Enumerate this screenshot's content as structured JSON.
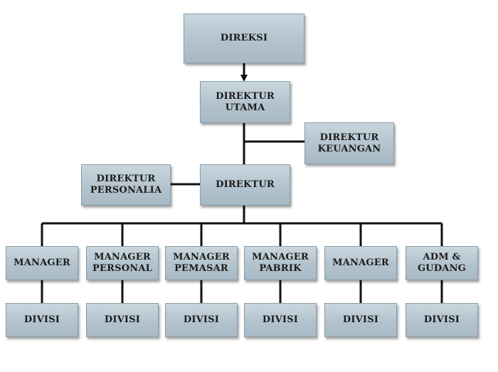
{
  "top": {
    "direksi": "DIREKSI",
    "direktur_utama": "DIREKTUR\nUTAMA",
    "direktur_keuangan": "DIREKTUR\nKEUANGAN",
    "direktur_personalia": "DIREKTUR\nPERSONALIA",
    "direktur": "DIREKTUR"
  },
  "managers": [
    "MANAGER",
    "MANAGER\nPERSONAL",
    "MANAGER\nPEMASAR",
    "MANAGER\nPABRIK",
    "MANAGER",
    "ADM &\nGUDANG"
  ],
  "divisions": [
    "DIVISI",
    "DIVISI",
    "DIVISI",
    "DIVISI",
    "DIVISI",
    "DIVISI"
  ],
  "colors": {
    "box_fill": "#b3c3ce",
    "box_border": "#8a9ca8",
    "connector": "#111111"
  }
}
